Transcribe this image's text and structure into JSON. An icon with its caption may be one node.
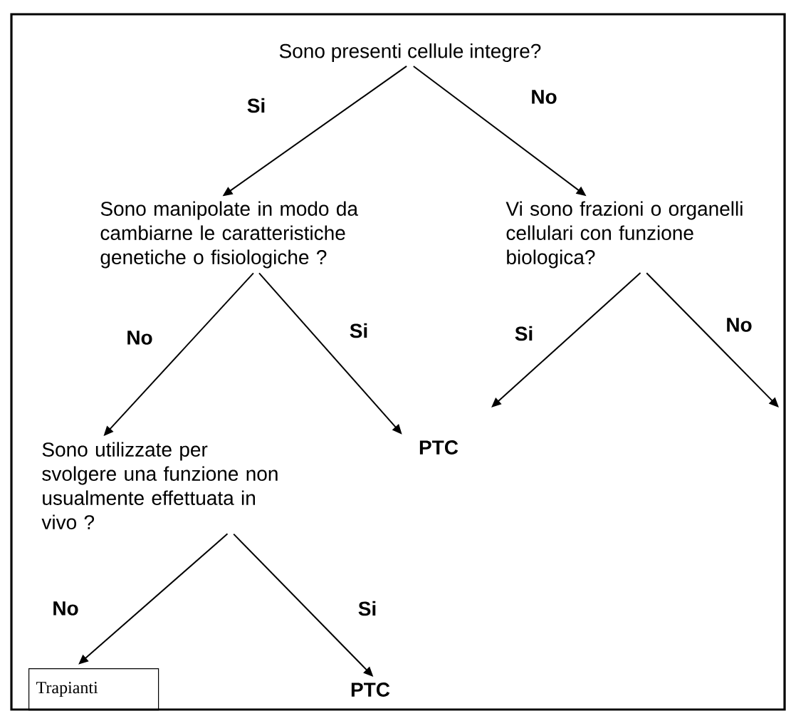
{
  "diagram": {
    "nodes": [
      {
        "text": [
          "Sono presenti cellule integre?"
        ]
      },
      {
        "text": [
          "Sono manipolate in modo da cambiarne le caratteristiche genetiche o fisiologiche ?"
        ]
      },
      {
        "text": [
          "Vi sono frazioni o organelli cellulari con funzione biologica?"
        ]
      },
      {
        "text": [
          "Sono utilizzate per svolgere una funzione non usualmente effettuata in vivo ?"
        ]
      },
      {
        "text": [
          "PTC"
        ]
      },
      {
        "text": [
          "Trapianti"
        ]
      },
      {
        "text": [
          "PTC"
        ]
      }
    ],
    "edges": [
      {
        "from": 0,
        "to": 1,
        "arrow": "to",
        "label": "Si"
      },
      {
        "from": 0,
        "to": 2,
        "arrow": "to",
        "label": "No"
      },
      {
        "from": 1,
        "to": 3,
        "arrow": "to",
        "label": "No"
      },
      {
        "from": 1,
        "to": 4,
        "arrow": "to",
        "label": "Si"
      },
      {
        "from": 2,
        "to": null,
        "arrow": "to",
        "label": "Si"
      },
      {
        "from": 2,
        "to": null,
        "arrow": "to",
        "label": "No"
      },
      {
        "from": 3,
        "to": 5,
        "arrow": "to",
        "label": "No"
      },
      {
        "from": 3,
        "to": 6,
        "arrow": "to",
        "label": "Si"
      }
    ]
  }
}
